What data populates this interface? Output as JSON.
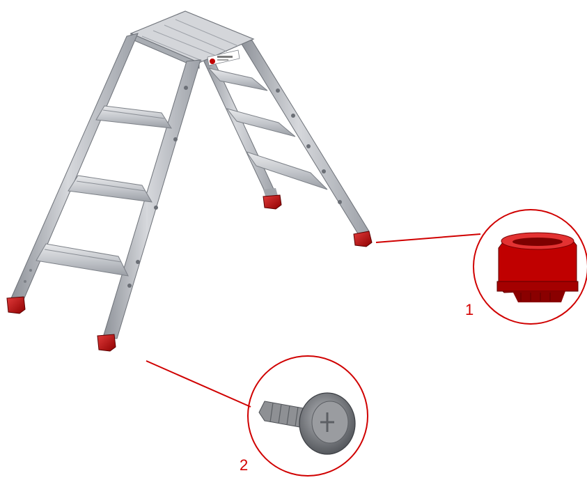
{
  "figure": {
    "description_free": true,
    "callouts": [
      {
        "number": "1",
        "part": "ladder-foot-cap"
      },
      {
        "number": "2",
        "part": "self-drilling-screw"
      }
    ],
    "colors": {
      "callout_line": "#d00000",
      "foot_cap": "#c00000",
      "aluminum": "#b9bcc2",
      "screw": "#8a8c90"
    }
  }
}
